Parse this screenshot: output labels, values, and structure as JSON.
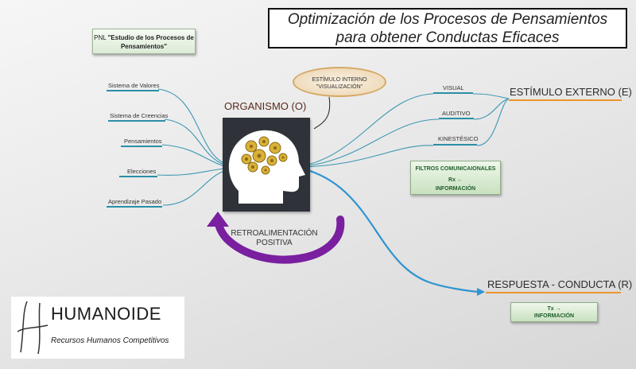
{
  "title": {
    "line1": "Optimización de los Procesos de Pensamientos",
    "line2": "para obtener Conductas Eficaces"
  },
  "pnl": {
    "prefix": "PNL ",
    "text": "\"Estudio de los Procesos de Pensamientos\""
  },
  "left_factors": [
    "Sistema de Valores",
    "Sistema de Creencias",
    "Pensamientos",
    "Elecciones",
    "Aprendizaje Pasado"
  ],
  "internal_stimulus": {
    "line1": "ESTÍMULO INTERNO",
    "line2": "\"VISUALIZACIÓN\""
  },
  "organism_label": "ORGANISMO (O)",
  "external_stimulus": "ESTÍMULO EXTERNO (E)",
  "senses": [
    "VISUAL",
    "AUDITIVO",
    "KINESTÉSICO"
  ],
  "filters": {
    "title": "FILTROS COMUNICAIONALES",
    "rx": "Rx ←",
    "info": "INFORMACIÓN"
  },
  "feedback": {
    "line1": "RETROALIMENTACIÓN",
    "line2": "POSITIVA"
  },
  "response": {
    "label": "RESPUESTA - CONDUCTA (R)",
    "tx": "Tx →",
    "info": "INFORMACIÓN"
  },
  "brand": {
    "name": "HUMANOIDE",
    "tagline": "Recursos Humanos Competitivos"
  },
  "colors": {
    "connector": "#2a8fa8",
    "accent": "#e8962e",
    "feedback_arrow": "#7a1fa0"
  }
}
